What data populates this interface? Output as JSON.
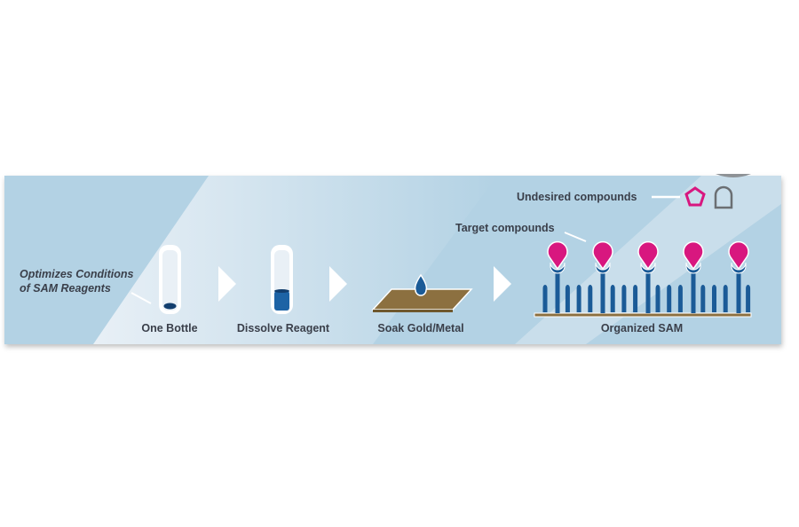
{
  "diagram": {
    "note": [
      "Optimizes Conditions",
      "of SAM Reagents"
    ],
    "steps": [
      {
        "label": "One Bottle"
      },
      {
        "label": "Dissolve Reagent"
      },
      {
        "label": "Soak Gold/Metal"
      },
      {
        "label": "Organized SAM"
      }
    ],
    "callouts": {
      "target": "Target compounds",
      "undesired": "Undesired compounds"
    },
    "colors": {
      "panel": "#b3d2e4",
      "dark_blue": "#1b5b97",
      "magenta": "#d8177f",
      "gold": "#8c7040",
      "gray": "#6b6f73"
    }
  }
}
